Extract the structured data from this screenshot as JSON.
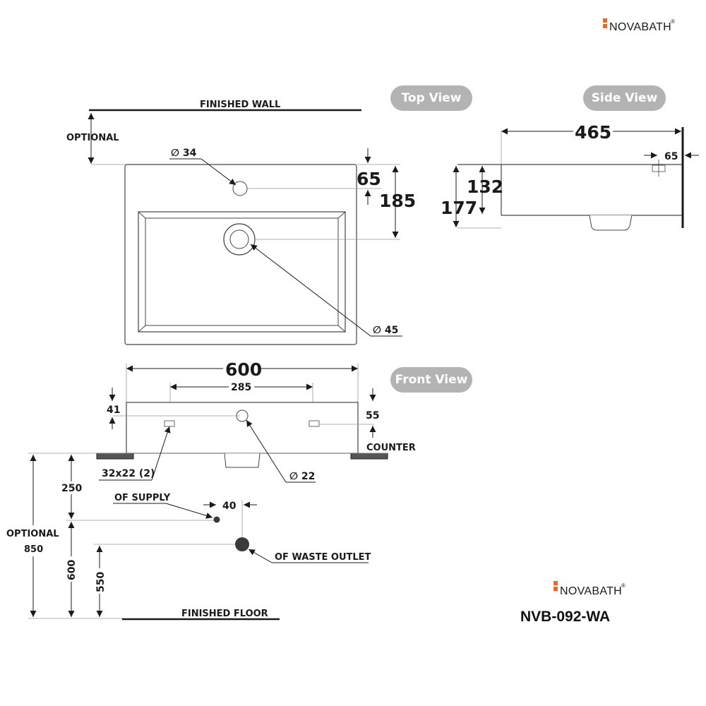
{
  "brand": {
    "name": "NOVABATH",
    "reg": "®",
    "accent": "#f26522"
  },
  "model": "NVB-092-WA",
  "views": {
    "top": "Top View",
    "side": "Side View",
    "front": "Front View"
  },
  "labels": {
    "finished_wall": "FINISHED WALL",
    "optional": "OPTIONAL",
    "counter": "COUNTER",
    "of_supply": "OF SUPPLY",
    "of_waste_outlet": "OF WASTE OUTLET",
    "finished_floor": "FINISHED FLOOR",
    "slot": "32x22 (2)",
    "optional_850": "850"
  },
  "dims": {
    "top_tap_hole": "34",
    "top_65": "65",
    "top_185": "185",
    "top_drain": "45",
    "width_600": "600",
    "side_465": "465",
    "side_65": "65",
    "side_132": "132",
    "side_177": "177",
    "front_285": "285",
    "front_41": "41",
    "front_55": "55",
    "front_drain": "22",
    "supply_250": "250",
    "supply_40": "40",
    "supply_600": "600",
    "waste_550": "550"
  },
  "diameter_symbol": "∅"
}
